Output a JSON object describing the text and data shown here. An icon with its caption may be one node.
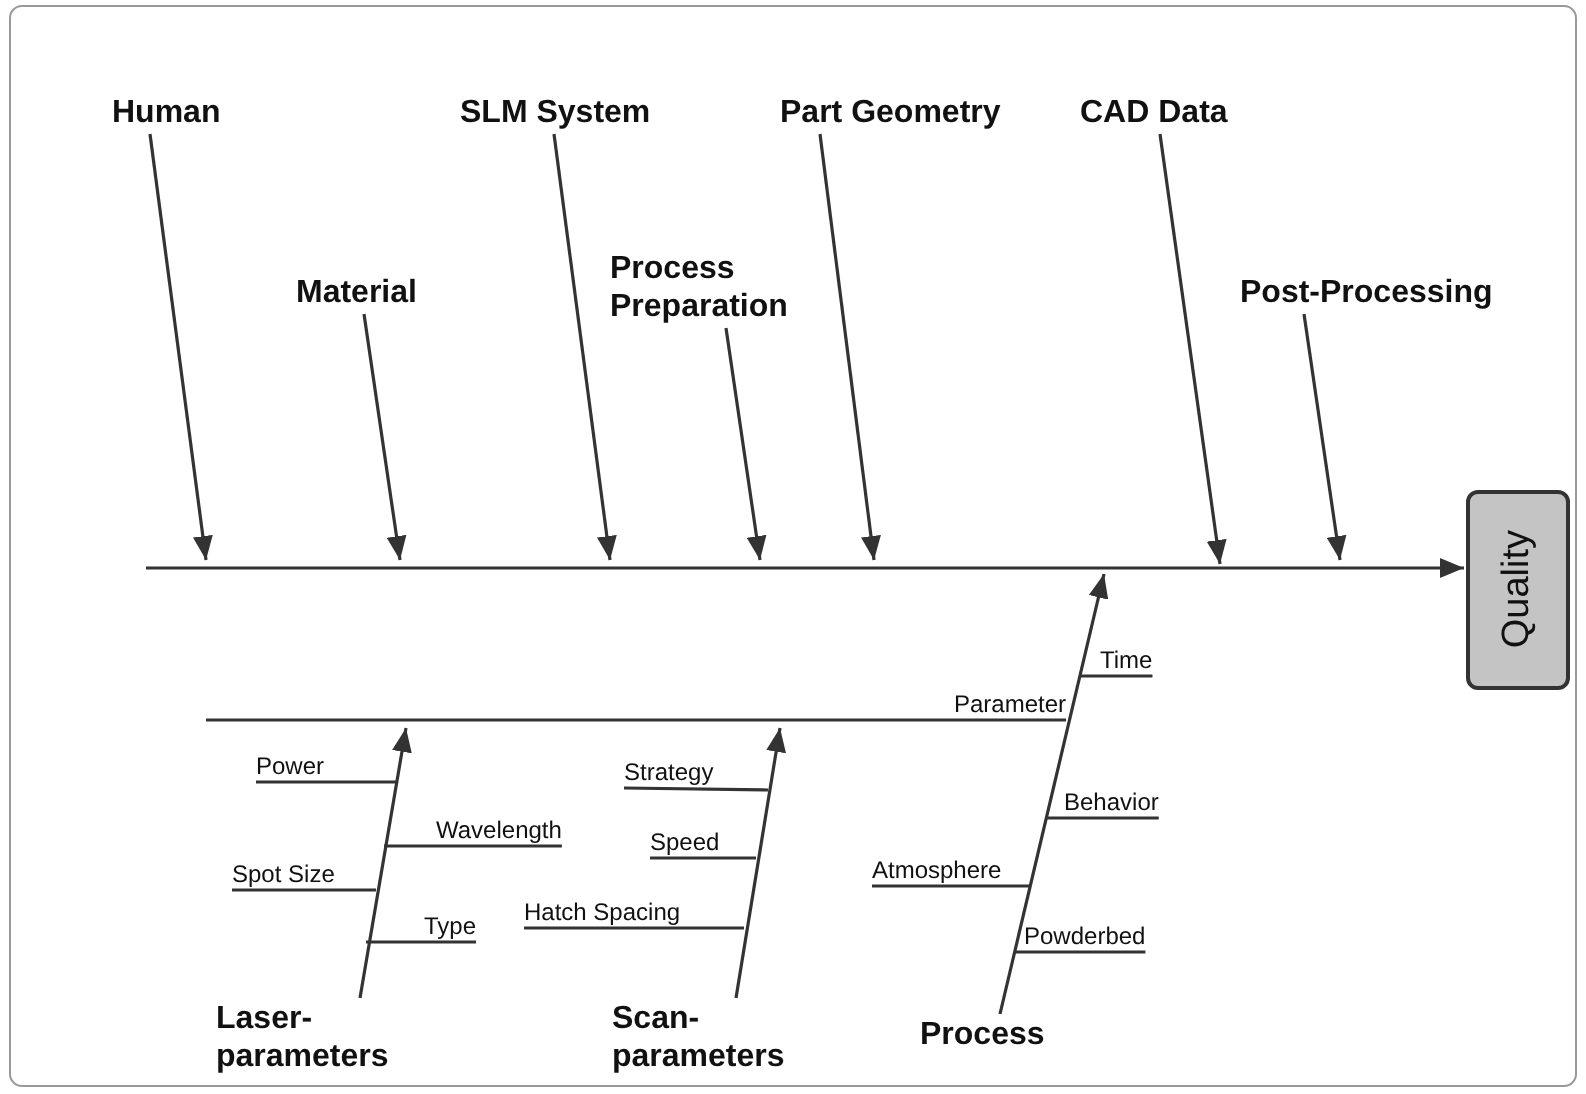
{
  "diagram": {
    "nodes": [
      {
        "text": [
          "Human"
        ]
      },
      {
        "text": [
          "SLM System"
        ]
      },
      {
        "text": [
          "Part Geometry"
        ]
      },
      {
        "text": [
          "CAD Data"
        ]
      },
      {
        "text": [
          "Material"
        ]
      },
      {
        "text": [
          "Process Preparation"
        ]
      },
      {
        "text": [
          "Post-Processing"
        ]
      },
      {
        "text": [
          "Quality"
        ]
      },
      {
        "text": [
          "Time"
        ]
      },
      {
        "text": [
          "Parameter"
        ]
      },
      {
        "text": [
          "Power"
        ]
      },
      {
        "text": [
          "Strategy"
        ]
      },
      {
        "text": [
          "Behavior"
        ]
      },
      {
        "text": [
          "Wavelength"
        ]
      },
      {
        "text": [
          "Speed"
        ]
      },
      {
        "text": [
          "Spot Size"
        ]
      },
      {
        "text": [
          "Atmosphere"
        ]
      },
      {
        "text": [
          "Hatch Spacing"
        ]
      },
      {
        "text": [
          "Type"
        ]
      },
      {
        "text": [
          "Powderbed"
        ]
      },
      {
        "text": [
          "Laser-parameters"
        ]
      },
      {
        "text": [
          "Scan-parameters"
        ]
      },
      {
        "text": [
          "Process"
        ]
      }
    ],
    "edges": [
      {
        "from": null,
        "to": 7,
        "arrow": "to"
      },
      {
        "from": 0,
        "to": null,
        "arrow": "to"
      },
      {
        "from": 1,
        "to": null,
        "arrow": "to"
      },
      {
        "from": 2,
        "to": null,
        "arrow": "to"
      },
      {
        "from": 3,
        "to": null,
        "arrow": "to"
      },
      {
        "from": 4,
        "to": null,
        "arrow": "to"
      },
      {
        "from": 5,
        "to": null,
        "arrow": "to"
      },
      {
        "from": 6,
        "to": null,
        "arrow": "to"
      },
      {
        "from": 22,
        "to": null,
        "arrow": "to"
      },
      {
        "from": 9,
        "to": null,
        "arrow": "none"
      },
      {
        "from": 20,
        "to": null,
        "arrow": "to"
      },
      {
        "from": 21,
        "to": null,
        "arrow": "to"
      },
      {
        "from": 8,
        "to": null,
        "arrow": "none"
      },
      {
        "from": 10,
        "to": null,
        "arrow": "none"
      },
      {
        "from": 11,
        "to": null,
        "arrow": "none"
      },
      {
        "from": 12,
        "to": null,
        "arrow": "none"
      },
      {
        "from": 13,
        "to": null,
        "arrow": "none"
      },
      {
        "from": 14,
        "to": null,
        "arrow": "none"
      },
      {
        "from": 15,
        "to": null,
        "arrow": "none"
      },
      {
        "from": 16,
        "to": null,
        "arrow": "none"
      },
      {
        "from": 17,
        "to": null,
        "arrow": "none"
      },
      {
        "from": 18,
        "to": null,
        "arrow": "none"
      },
      {
        "from": 19,
        "to": null,
        "arrow": "none"
      }
    ]
  }
}
